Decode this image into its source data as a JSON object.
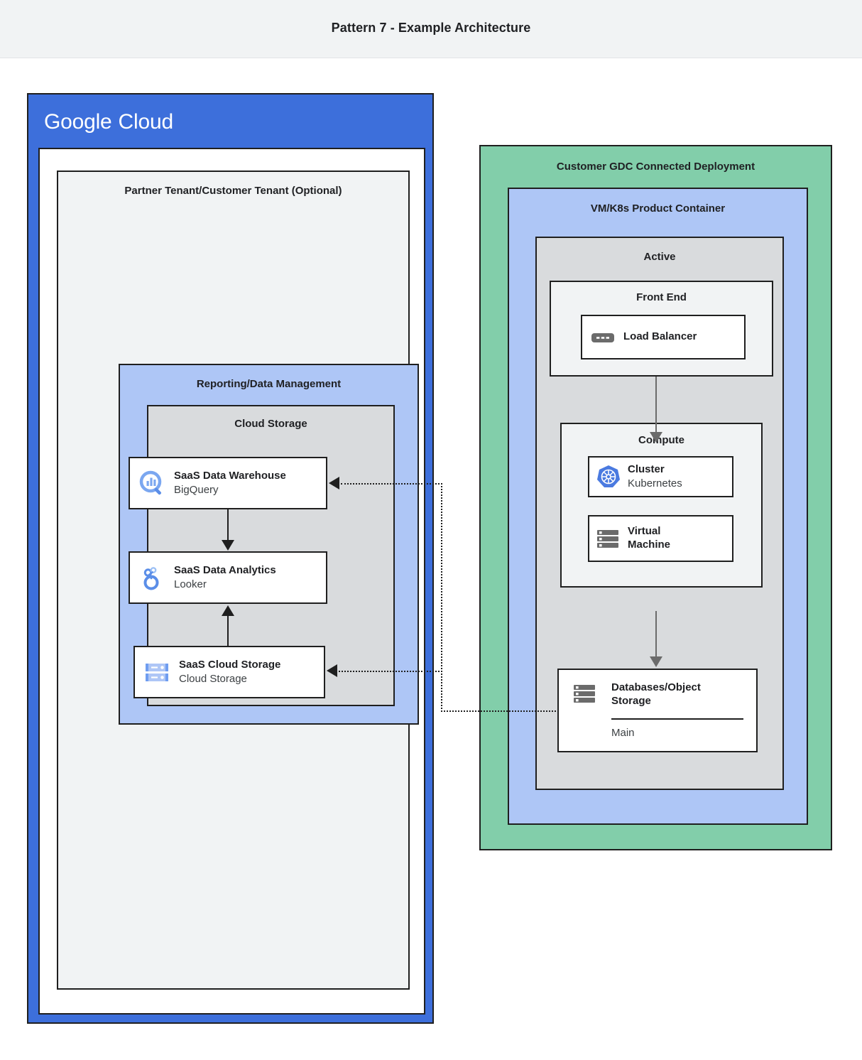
{
  "header": {
    "title": "Pattern 7 - Example Architecture"
  },
  "google_cloud": {
    "logo_primary": "Google",
    "logo_secondary": "Cloud",
    "tenant_title": "Partner Tenant/Customer Tenant (Optional)",
    "reporting_title": "Reporting/Data Management",
    "cloud_storage_title": "Cloud Storage",
    "cards": [
      {
        "title": "SaaS Data Warehouse",
        "subtitle": "BigQuery",
        "icon": "bigquery-icon"
      },
      {
        "title": "SaaS Data Analytics",
        "subtitle": "Looker",
        "icon": "looker-icon"
      },
      {
        "title": "SaaS Cloud Storage",
        "subtitle": "Cloud Storage",
        "icon": "cloud-storage-icon"
      }
    ]
  },
  "gdc": {
    "title": "Customer GDC Connected Deployment",
    "container_title": "VM/K8s Product Container",
    "active_title": "Active",
    "frontend_title": "Front End",
    "compute_title": "Compute",
    "load_balancer": {
      "title": "Load Balancer",
      "icon": "load-balancer-icon"
    },
    "cluster": {
      "title": "Cluster",
      "subtitle": "Kubernetes",
      "icon": "kubernetes-icon"
    },
    "virtual_machine": {
      "title_line1": "Virtual",
      "title_line2": "Machine",
      "icon": "virtual-machine-icon"
    },
    "database": {
      "title_line1": "Databases/Object",
      "title_line2": "Storage",
      "detail": "Main",
      "icon": "database-icon"
    }
  },
  "colors": {
    "google_blue": "#3d6fdb",
    "periwinkle": "#aec6f6",
    "green": "#82ceaa",
    "gray_panel": "#d9dbdd",
    "light_panel": "#f1f3f4",
    "stroke": "#1f1f1f",
    "arrow_gray": "#6b6b6b"
  }
}
